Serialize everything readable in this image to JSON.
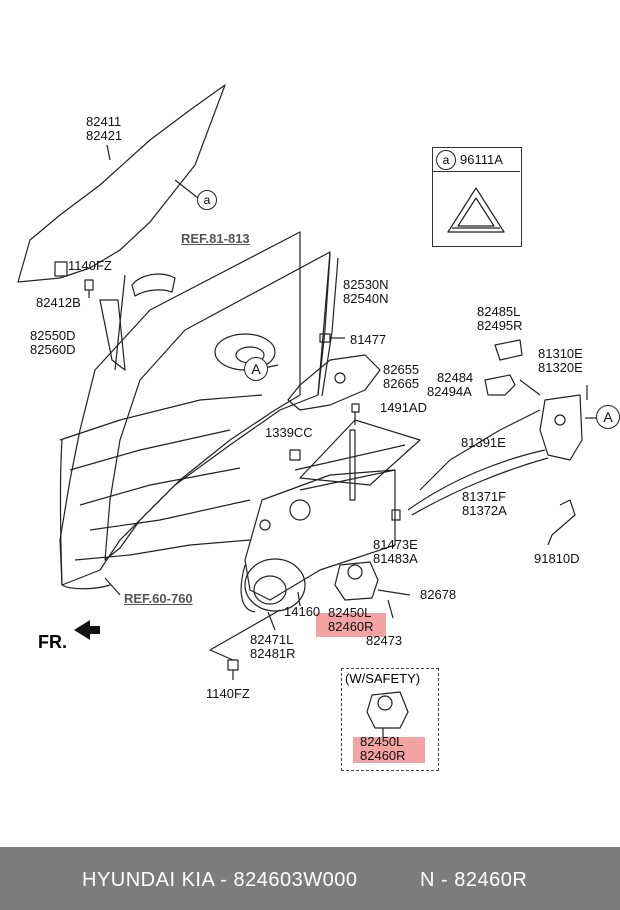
{
  "labels": {
    "p82411": "82411",
    "p82421": "82421",
    "p1140fz_top": "1140FZ",
    "p82412b": "82412B",
    "p82550d": "82550D",
    "p82560d": "82560D",
    "p82530n": "82530N",
    "p82540n": "82540N",
    "p81477": "81477",
    "p82655": "82655",
    "p82665": "82665",
    "p1491ad": "1491AD",
    "p1339cc": "1339CC",
    "p82485l": "82485L",
    "p82495r": "82495R",
    "p82484": "82484",
    "p82494a": "82494A",
    "p81310e": "81310E",
    "p81320e": "81320E",
    "p81391e": "81391E",
    "p81371f": "81371F",
    "p81372a": "81372A",
    "p81473e": "81473E",
    "p81483a": "81483A",
    "p91810d": "91810D",
    "p82678": "82678",
    "p14160": "14160",
    "p82450l": "82450L",
    "p82460r": "82460R",
    "p82473": "82473",
    "p82471l": "82471L",
    "p82481r": "82481R",
    "p1140fz_bot": "1140FZ",
    "p96111a": "96111A",
    "p82450l_safety": "82450L",
    "p82460r_safety": "82460R"
  },
  "refs": {
    "ref_top": "REF.81-813",
    "ref_bottom": "REF.60-760"
  },
  "callouts": {
    "a_small": "a",
    "a_label": "a",
    "a_big_left": "A",
    "a_big_right": "A"
  },
  "safety_title": "(W/SAFETY)",
  "front_marker": "FR.",
  "footer": {
    "brand": "HYUNDAI  KIA - 824603W000",
    "part": "N - 82460R"
  },
  "colors": {
    "highlight": "#f4a3a3",
    "footer_bg": "#7d7d7d",
    "line": "#222222"
  }
}
